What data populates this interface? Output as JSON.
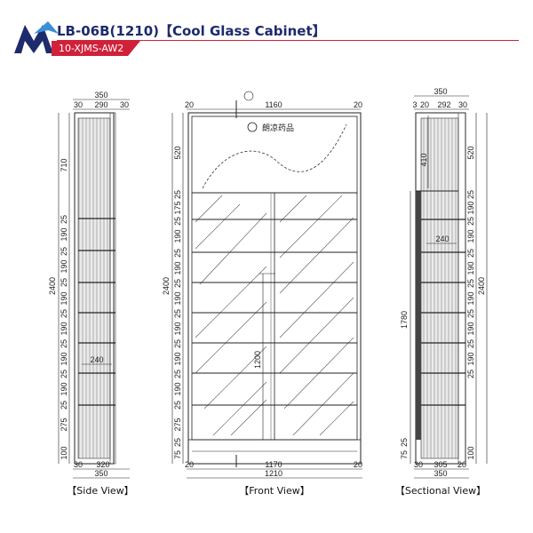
{
  "header": {
    "title": "LB-06B(1210)【Cool Glass Cabinet】",
    "badge": "10-XJMS-AW2",
    "colors": {
      "brand_blue": "#1d2a6b",
      "accent_red": "#d0213a"
    }
  },
  "views": {
    "side": {
      "label": "【Side View】",
      "top_dims": [
        "350",
        "30",
        "290",
        "30"
      ],
      "bottom_dims": [
        "30",
        "320",
        "350"
      ],
      "height_total": "2400",
      "left_dims": [
        "710",
        "25",
        "190",
        "25",
        "190",
        "25",
        "190",
        "25",
        "190",
        "25",
        "190",
        "25",
        "190",
        "25",
        "275",
        "100"
      ],
      "inner_dim": "240"
    },
    "front": {
      "label": "【Front View】",
      "top_dims": [
        "20",
        "1160",
        "20"
      ],
      "bottom_dims": [
        "20",
        "1170",
        "20",
        "1210"
      ],
      "height_total": "2400",
      "left_dims": [
        "520",
        "25",
        "175",
        "25",
        "190",
        "25",
        "190",
        "25",
        "190",
        "25",
        "190",
        "25",
        "190",
        "25",
        "190",
        "25",
        "275",
        "25",
        "75"
      ],
      "inner_dim": "1200",
      "panel_brand": "朗凉药品"
    },
    "section": {
      "label": "【Sectional View】",
      "top_dims": [
        "350",
        "3",
        "20",
        "292",
        "30"
      ],
      "bottom_dims": [
        "30",
        "305",
        "20",
        "350"
      ],
      "height_total": "2400",
      "left_dims": [
        "1780",
        "25",
        "75"
      ],
      "right_dims": [
        "520",
        "25",
        "190",
        "25",
        "190",
        "25",
        "190",
        "25",
        "190",
        "25",
        "190",
        "25",
        "190",
        "25",
        "100"
      ],
      "inner_dims": [
        "410",
        "240"
      ]
    }
  }
}
